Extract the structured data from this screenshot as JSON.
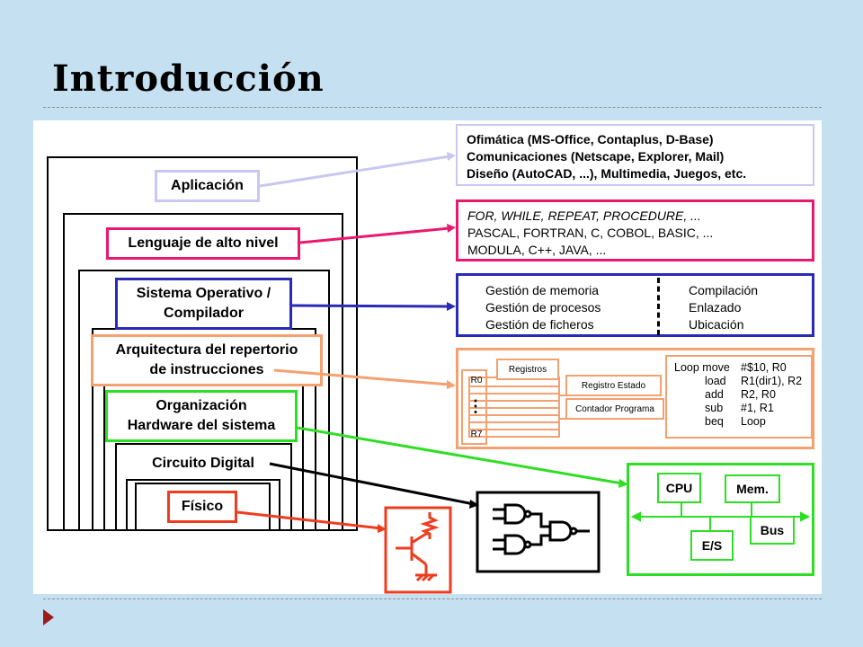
{
  "slide": {
    "title": "Introducción"
  },
  "layers": {
    "aplicacion": "Aplicación",
    "lenguaje": "Lenguaje de alto nivel",
    "sistema_operativo": [
      "Sistema Operativo /",
      "Compilador"
    ],
    "arquitectura": [
      "Arquitectura del repertorio",
      "de instrucciones"
    ],
    "organizacion": [
      "Organización",
      "Hardware del sistema"
    ],
    "circuito": "Circuito Digital",
    "fisico": "Físico"
  },
  "details": {
    "aplicacion": [
      "Ofimática (MS-Office, Contaplus, D-Base)",
      "Comunicaciones (Netscape, Explorer, Mail)",
      "Diseño (AutoCAD, ...), Multimedia, Juegos, etc."
    ],
    "lenguaje": [
      "FOR, WHILE, REPEAT, PROCEDURE, ...",
      "PASCAL, FORTRAN, C, COBOL, BASIC, ...",
      "MODULA, C++, JAVA, ..."
    ],
    "so_left": [
      "Gestión de memoria",
      "Gestión de procesos",
      "Gestión de ficheros"
    ],
    "so_right": [
      "Compilación",
      "Enlazado",
      "Ubicación"
    ],
    "isa": {
      "registros": "Registros",
      "r0": "R0",
      "dots": "⋮",
      "r7": "R7",
      "registro_estado": "Registro Estado",
      "contador_programa": "Contador Programa",
      "asm": [
        {
          "op": "Loop move",
          "args": "#$10, R0"
        },
        {
          "op": "load",
          "args": "R1(dir1), R2"
        },
        {
          "op": "add",
          "args": "R2, R0"
        },
        {
          "op": "sub",
          "args": "#1, R1"
        },
        {
          "op": "beq",
          "args": "Loop"
        }
      ]
    },
    "hardware": {
      "cpu": "CPU",
      "mem": "Mem.",
      "bus": "Bus",
      "es": "E/S"
    }
  },
  "colors": {
    "aplicacion": "#c8c8f0",
    "lenguaje": "#e8196e",
    "so": "#2a2ab8",
    "arquitectura": "#f4a070",
    "organizacion": "#2ede24",
    "circuito": "#000000",
    "fisico": "#f03c1e"
  }
}
